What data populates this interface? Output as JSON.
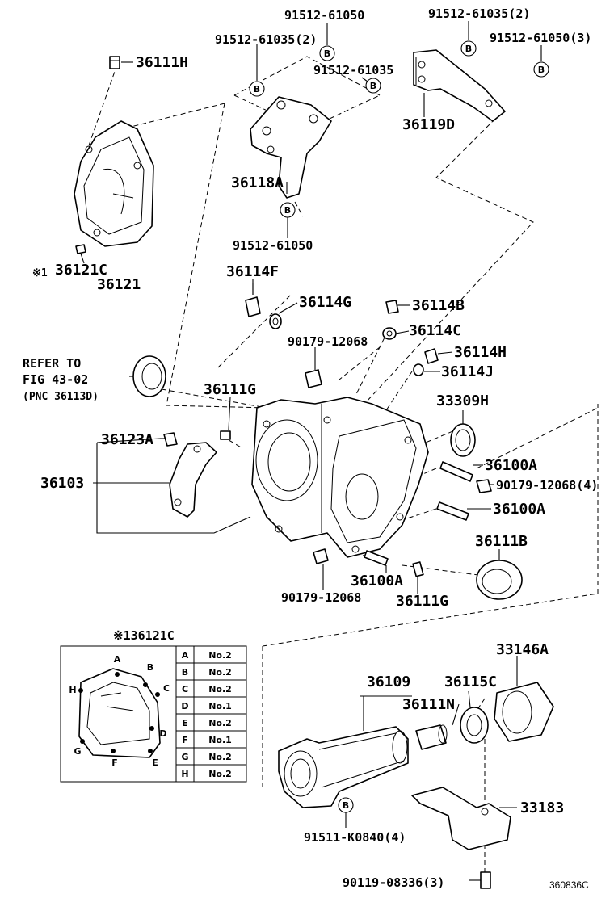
{
  "labels": {
    "l_91512_61050_top": "91512-61050",
    "l_91512_61035_2_top": "91512-61035(2)",
    "l_91512_61035_2_left": "91512-61035(2)",
    "l_91512_61050_3": "91512-61050(3)",
    "l_36111H": "36111H",
    "l_91512_61035": "91512-61035",
    "l_36119D": "36119D",
    "l_36118A": "36118A",
    "l_91512_61050_mid": "91512-61050",
    "l_36121C": "36121C",
    "l_36121": "36121",
    "l_36114F": "36114F",
    "l_36114G": "36114G",
    "l_36114B": "36114B",
    "l_36114C": "36114C",
    "l_90179_12068_a": "90179-12068",
    "l_36114H": "36114H",
    "l_36114J": "36114J",
    "l_refer1": "REFER TO",
    "l_refer2": "FIG 43-02",
    "l_refer3": "(PNC 36113D)",
    "l_36111G_top": "36111G",
    "l_33309H": "33309H",
    "l_36123A": "36123A",
    "l_36100A_1": "36100A",
    "l_36103": "36103",
    "l_90179_12068_4": "90179-12068(4)",
    "l_36100A_2": "36100A",
    "l_36111B": "36111B",
    "l_36100A_3": "36100A",
    "l_90179_12068_b": "90179-12068",
    "l_36111G_bot": "36111G",
    "l_33146A": "33146A",
    "l_36109": "36109",
    "l_36115C": "36115C",
    "l_36111N": "36111N",
    "l_33183": "33183",
    "l_91511_K0840": "91511-K0840(4)",
    "l_90119_08336": "90119-08336(3)",
    "l_note_mark": "※1",
    "l_ref_code": "360836C"
  },
  "circle_marker": "B",
  "bolt_table": {
    "title": "※136121C",
    "rows": [
      {
        "key": "A",
        "value": "No.2"
      },
      {
        "key": "B",
        "value": "No.2"
      },
      {
        "key": "C",
        "value": "No.2"
      },
      {
        "key": "D",
        "value": "No.1"
      },
      {
        "key": "E",
        "value": "No.2"
      },
      {
        "key": "F",
        "value": "No.1"
      },
      {
        "key": "G",
        "value": "No.2"
      },
      {
        "key": "H",
        "value": "No.2"
      }
    ],
    "inset_letters": [
      "A",
      "B",
      "C",
      "D",
      "E",
      "F",
      "G",
      "H"
    ]
  }
}
